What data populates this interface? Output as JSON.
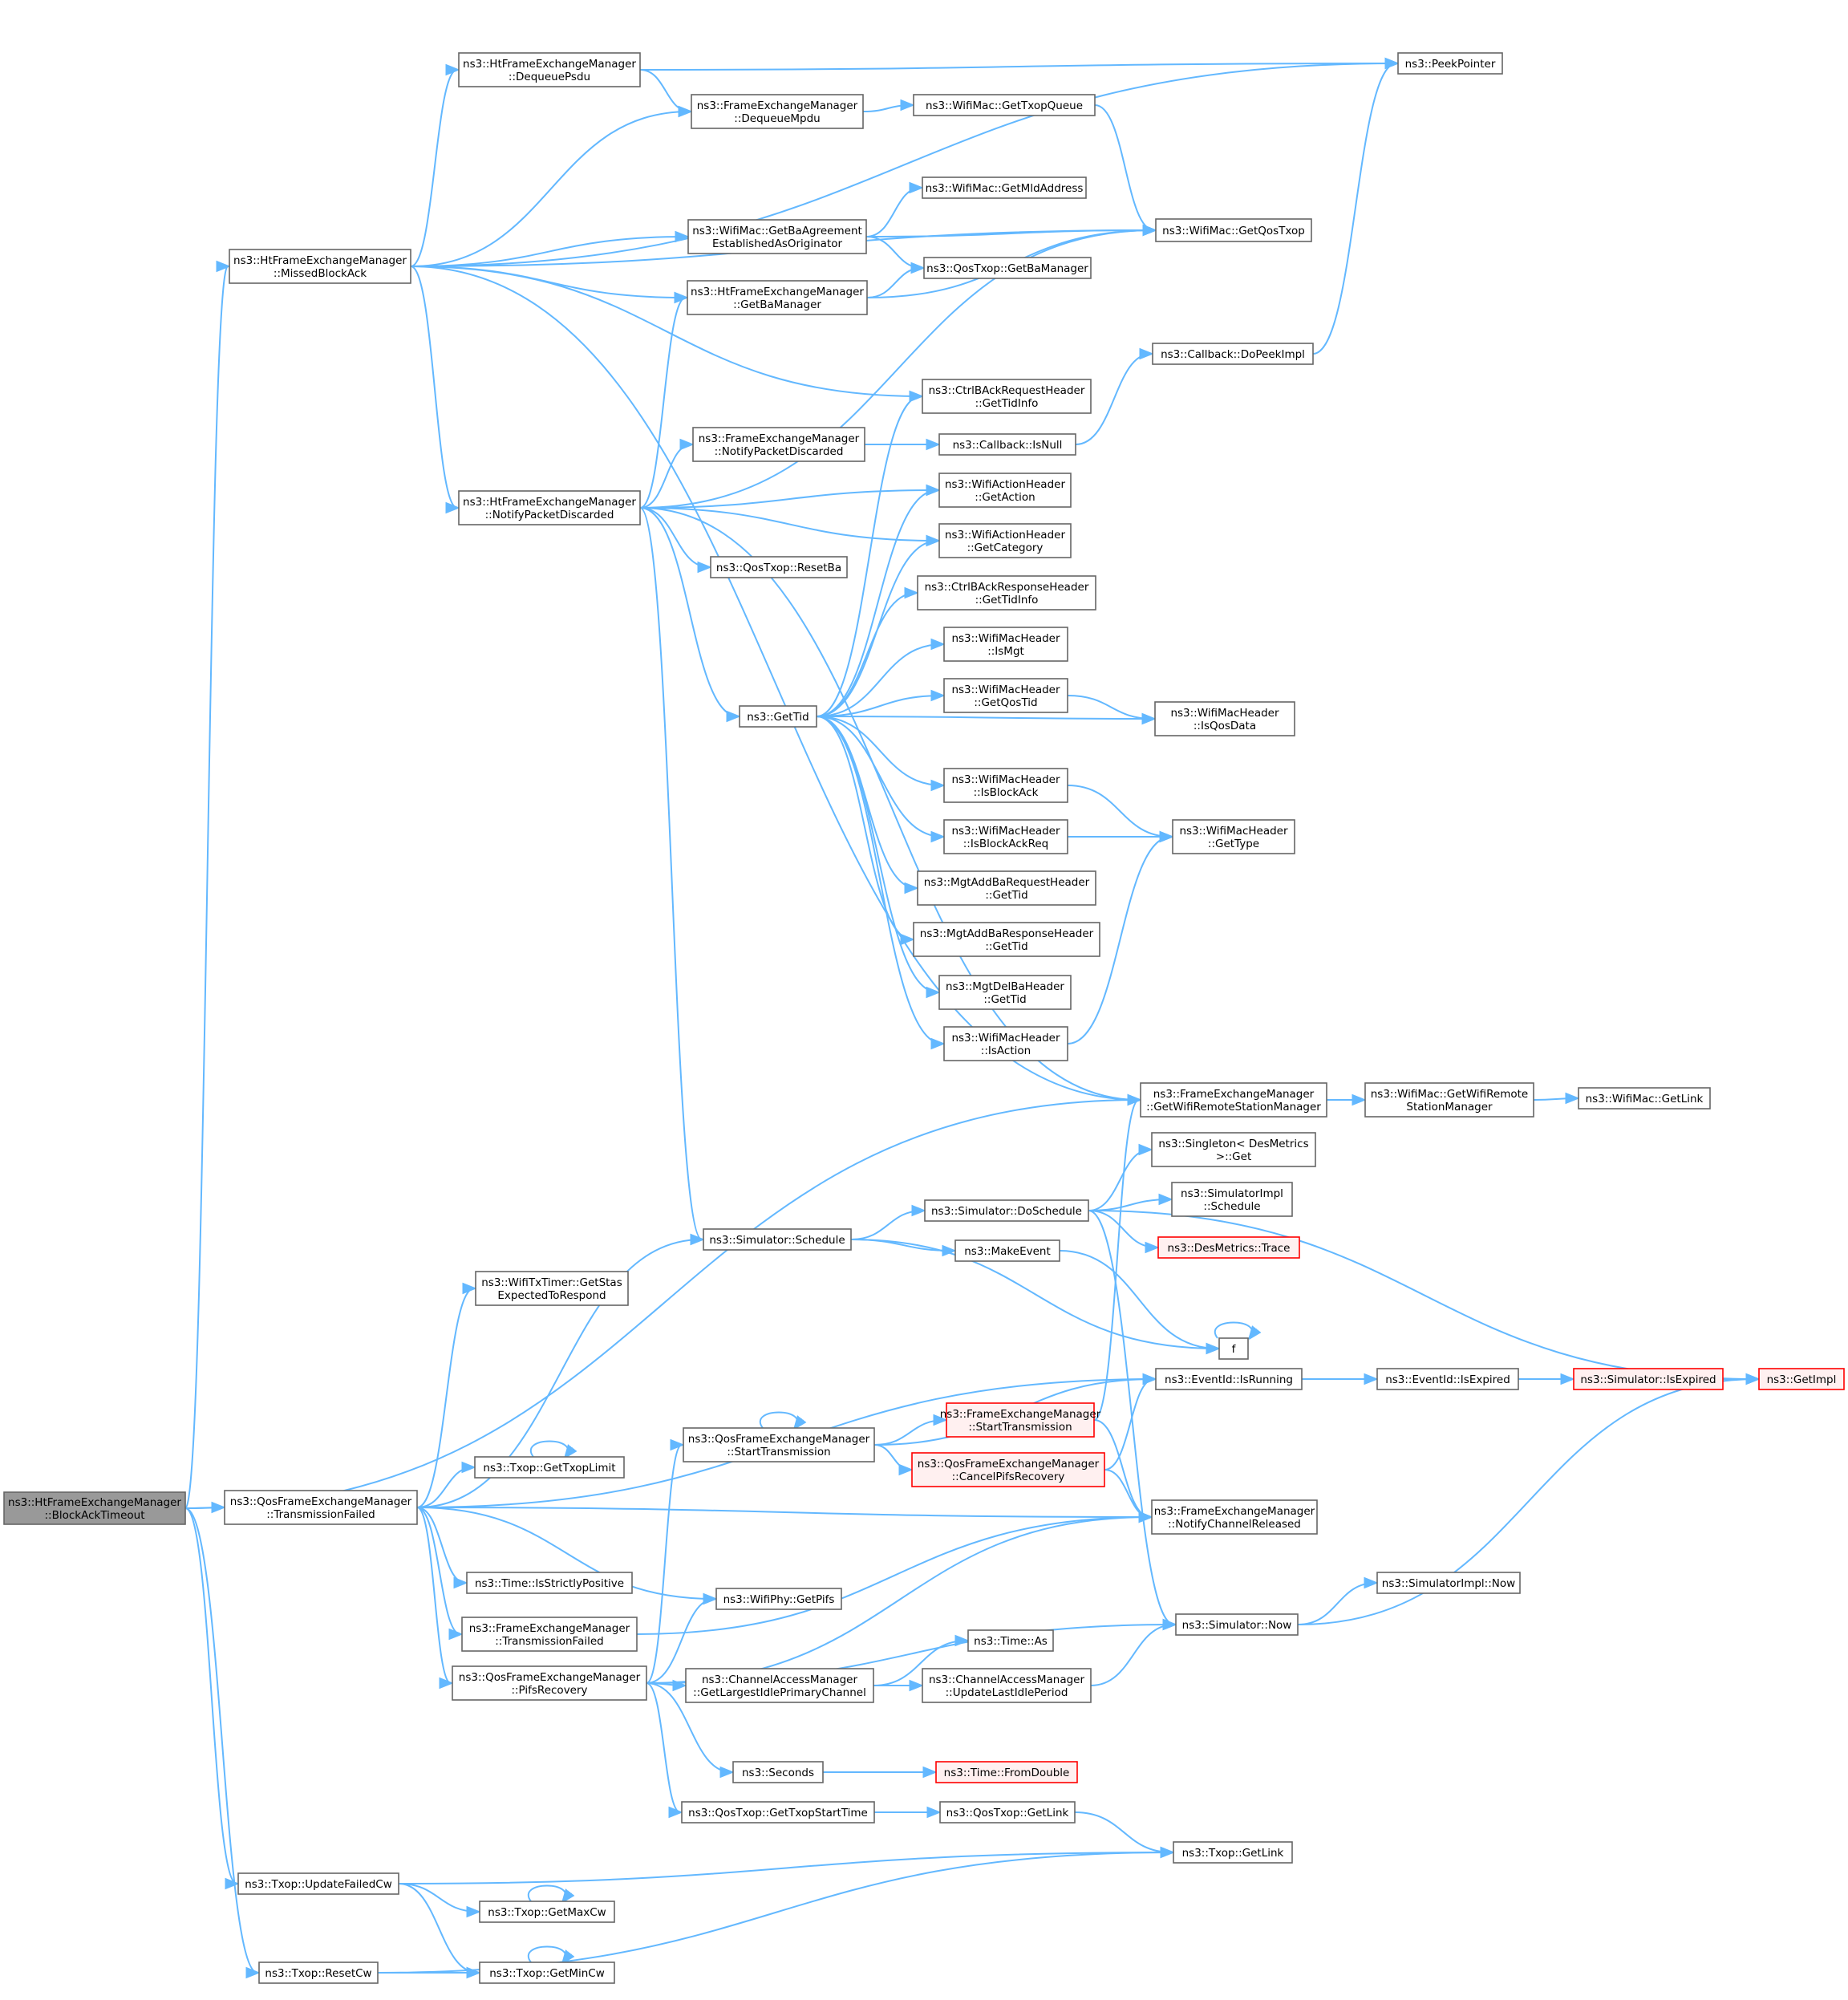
{
  "graph": {
    "nodes": [
      {
        "id": "blockack",
        "lines": [
          "ns3::HtFrameExchangeManager",
          "::BlockAckTimeout"
        ],
        "root": true
      },
      {
        "id": "missed",
        "lines": [
          "ns3::HtFrameExchangeManager",
          "::MissedBlockAck"
        ]
      },
      {
        "id": "deqpsdu",
        "lines": [
          "ns3::HtFrameExchangeManager",
          "::DequeuePsdu"
        ]
      },
      {
        "id": "deqmpdu",
        "lines": [
          "ns3::FrameExchangeManager",
          "::DequeueMpdu"
        ]
      },
      {
        "id": "peek",
        "lines": [
          "ns3::PeekPointer"
        ]
      },
      {
        "id": "gettxopq",
        "lines": [
          "ns3::WifiMac::GetTxopQueue"
        ]
      },
      {
        "id": "getmld",
        "lines": [
          "ns3::WifiMac::GetMldAddress"
        ]
      },
      {
        "id": "getbaagr",
        "lines": [
          "ns3::WifiMac::GetBaAgreement",
          "EstablishedAsOriginator"
        ]
      },
      {
        "id": "getqostxop",
        "lines": [
          "ns3::WifiMac::GetQosTxop"
        ]
      },
      {
        "id": "qosgetbam",
        "lines": [
          "ns3::QosTxop::GetBaManager"
        ]
      },
      {
        "id": "htgetbam",
        "lines": [
          "ns3::HtFrameExchangeManager",
          "::GetBaManager"
        ]
      },
      {
        "id": "dopeek",
        "lines": [
          "ns3::Callback::DoPeekImpl"
        ]
      },
      {
        "id": "ctrlreqtid",
        "lines": [
          "ns3::CtrlBAckRequestHeader",
          "::GetTidInfo"
        ]
      },
      {
        "id": "fenotify",
        "lines": [
          "ns3::FrameExchangeManager",
          "::NotifyPacketDiscarded"
        ]
      },
      {
        "id": "isnull",
        "lines": [
          "ns3::Callback::IsNull"
        ]
      },
      {
        "id": "htnotify",
        "lines": [
          "ns3::HtFrameExchangeManager",
          "::NotifyPacketDiscarded"
        ]
      },
      {
        "id": "getaction",
        "lines": [
          "ns3::WifiActionHeader",
          "::GetAction"
        ]
      },
      {
        "id": "getcat",
        "lines": [
          "ns3::WifiActionHeader",
          "::GetCategory"
        ]
      },
      {
        "id": "resetba",
        "lines": [
          "ns3::QosTxop::ResetBa"
        ]
      },
      {
        "id": "ctrlresptid",
        "lines": [
          "ns3::CtrlBAckResponseHeader",
          "::GetTidInfo"
        ]
      },
      {
        "id": "ismgt",
        "lines": [
          "ns3::WifiMacHeader",
          "::IsMgt"
        ]
      },
      {
        "id": "getqostid",
        "lines": [
          "ns3::WifiMacHeader",
          "::GetQosTid"
        ]
      },
      {
        "id": "gettid",
        "lines": [
          "ns3::GetTid"
        ]
      },
      {
        "id": "isqosdata",
        "lines": [
          "ns3::WifiMacHeader",
          "::IsQosData"
        ]
      },
      {
        "id": "isblockack",
        "lines": [
          "ns3::WifiMacHeader",
          "::IsBlockAck"
        ]
      },
      {
        "id": "isblockackreq",
        "lines": [
          "ns3::WifiMacHeader",
          "::IsBlockAckReq"
        ]
      },
      {
        "id": "gettype",
        "lines": [
          "ns3::WifiMacHeader",
          "::GetType"
        ]
      },
      {
        "id": "mgtreq",
        "lines": [
          "ns3::MgtAddBaRequestHeader",
          "::GetTid"
        ]
      },
      {
        "id": "mgtresp",
        "lines": [
          "ns3::MgtAddBaResponseHeader",
          "::GetTid"
        ]
      },
      {
        "id": "mgtdel",
        "lines": [
          "ns3::MgtDelBaHeader",
          "::GetTid"
        ]
      },
      {
        "id": "isaction",
        "lines": [
          "ns3::WifiMacHeader",
          "::IsAction"
        ]
      },
      {
        "id": "getwrsm",
        "lines": [
          "ns3::FrameExchangeManager",
          "::GetWifiRemoteStationManager"
        ]
      },
      {
        "id": "macgetwrsm",
        "lines": [
          "ns3::WifiMac::GetWifiRemote",
          "StationManager"
        ]
      },
      {
        "id": "macgetlink",
        "lines": [
          "ns3::WifiMac::GetLink"
        ]
      },
      {
        "id": "singleton",
        "lines": [
          "ns3::Singleton< DesMetrics",
          ">::Get"
        ]
      },
      {
        "id": "doschedule",
        "lines": [
          "ns3::Simulator::DoSchedule"
        ]
      },
      {
        "id": "simimplsched",
        "lines": [
          "ns3::SimulatorImpl",
          "::Schedule"
        ]
      },
      {
        "id": "schedule",
        "lines": [
          "ns3::Simulator::Schedule"
        ]
      },
      {
        "id": "trace",
        "lines": [
          "ns3::DesMetrics::Trace"
        ],
        "truncated": true
      },
      {
        "id": "makeevent",
        "lines": [
          "ns3::MakeEvent"
        ]
      },
      {
        "id": "getstas",
        "lines": [
          "ns3::WifiTxTimer::GetStas",
          "ExpectedToRespond"
        ]
      },
      {
        "id": "f",
        "lines": [
          "f"
        ]
      },
      {
        "id": "isrunning",
        "lines": [
          "ns3::EventId::IsRunning"
        ]
      },
      {
        "id": "isexpired",
        "lines": [
          "ns3::EventId::IsExpired"
        ]
      },
      {
        "id": "simisexpired",
        "lines": [
          "ns3::Simulator::IsExpired"
        ],
        "truncated": true
      },
      {
        "id": "getimpl",
        "lines": [
          "ns3::GetImpl"
        ],
        "truncated": true
      },
      {
        "id": "qosstarttx",
        "lines": [
          "ns3::QosFrameExchangeManager",
          "::StartTransmission"
        ]
      },
      {
        "id": "festarttx",
        "lines": [
          "ns3::FrameExchangeManager",
          "::StartTransmission"
        ],
        "truncated": true
      },
      {
        "id": "cancelpifs",
        "lines": [
          "ns3::QosFrameExchangeManager",
          "::CancelPifsRecovery"
        ],
        "truncated": true
      },
      {
        "id": "gettxoplimit",
        "lines": [
          "ns3::Txop::GetTxopLimit"
        ]
      },
      {
        "id": "qostxfail",
        "lines": [
          "ns3::QosFrameExchangeManager",
          "::TransmissionFailed"
        ]
      },
      {
        "id": "notifychan",
        "lines": [
          "ns3::FrameExchangeManager",
          "::NotifyChannelReleased"
        ]
      },
      {
        "id": "isstrictpos",
        "lines": [
          "ns3::Time::IsStrictlyPositive"
        ]
      },
      {
        "id": "getpifs",
        "lines": [
          "ns3::WifiPhy::GetPifs"
        ]
      },
      {
        "id": "simimplnow",
        "lines": [
          "ns3::SimulatorImpl::Now"
        ]
      },
      {
        "id": "fetxfail",
        "lines": [
          "ns3::FrameExchangeManager",
          "::TransmissionFailed"
        ]
      },
      {
        "id": "simnow",
        "lines": [
          "ns3::Simulator::Now"
        ]
      },
      {
        "id": "timeas",
        "lines": [
          "ns3::Time::As"
        ]
      },
      {
        "id": "pifsrec",
        "lines": [
          "ns3::QosFrameExchangeManager",
          "::PifsRecovery"
        ]
      },
      {
        "id": "getlargest",
        "lines": [
          "ns3::ChannelAccessManager",
          "::GetLargestIdlePrimaryChannel"
        ]
      },
      {
        "id": "updlastidle",
        "lines": [
          "ns3::ChannelAccessManager",
          "::UpdateLastIdlePeriod"
        ]
      },
      {
        "id": "seconds",
        "lines": [
          "ns3::Seconds"
        ]
      },
      {
        "id": "fromdouble",
        "lines": [
          "ns3::Time::FromDouble"
        ],
        "truncated": true
      },
      {
        "id": "getstarttime",
        "lines": [
          "ns3::QosTxop::GetTxopStartTime"
        ]
      },
      {
        "id": "qosgetlink",
        "lines": [
          "ns3::QosTxop::GetLink"
        ]
      },
      {
        "id": "txopgetlink",
        "lines": [
          "ns3::Txop::GetLink"
        ]
      },
      {
        "id": "updfailedcw",
        "lines": [
          "ns3::Txop::UpdateFailedCw"
        ]
      },
      {
        "id": "getmaxcw",
        "lines": [
          "ns3::Txop::GetMaxCw"
        ]
      },
      {
        "id": "resetcw",
        "lines": [
          "ns3::Txop::ResetCw"
        ]
      },
      {
        "id": "getmincw",
        "lines": [
          "ns3::Txop::GetMinCw"
        ]
      }
    ],
    "edges": [
      [
        "blockack",
        "missed"
      ],
      [
        "blockack",
        "getwrsm"
      ],
      [
        "blockack",
        "qostxfail"
      ],
      [
        "blockack",
        "updfailedcw"
      ],
      [
        "blockack",
        "resetcw"
      ],
      [
        "missed",
        "peek"
      ],
      [
        "missed",
        "deqpsdu"
      ],
      [
        "missed",
        "deqmpdu"
      ],
      [
        "missed",
        "getqostxop"
      ],
      [
        "missed",
        "getbaagr"
      ],
      [
        "missed",
        "htgetbam"
      ],
      [
        "missed",
        "ctrlreqtid"
      ],
      [
        "missed",
        "htnotify"
      ],
      [
        "missed",
        "getwrsm"
      ],
      [
        "deqpsdu",
        "peek"
      ],
      [
        "deqpsdu",
        "deqmpdu"
      ],
      [
        "deqmpdu",
        "gettxopq"
      ],
      [
        "gettxopq",
        "getqostxop"
      ],
      [
        "getbaagr",
        "getmld"
      ],
      [
        "getbaagr",
        "getqostxop"
      ],
      [
        "getbaagr",
        "qosgetbam"
      ],
      [
        "htgetbam",
        "qosgetbam"
      ],
      [
        "htgetbam",
        "getqostxop"
      ],
      [
        "dopeek",
        "peek"
      ],
      [
        "isnull",
        "dopeek"
      ],
      [
        "fenotify",
        "isnull"
      ],
      [
        "htnotify",
        "htgetbam"
      ],
      [
        "htnotify",
        "getqostxop"
      ],
      [
        "htnotify",
        "fenotify"
      ],
      [
        "htnotify",
        "getaction"
      ],
      [
        "htnotify",
        "getcat"
      ],
      [
        "htnotify",
        "resetba"
      ],
      [
        "htnotify",
        "gettid"
      ],
      [
        "htnotify",
        "getwrsm"
      ],
      [
        "htnotify",
        "schedule"
      ],
      [
        "gettid",
        "ctrlreqtid"
      ],
      [
        "gettid",
        "getaction"
      ],
      [
        "gettid",
        "getcat"
      ],
      [
        "gettid",
        "ctrlresptid"
      ],
      [
        "gettid",
        "ismgt"
      ],
      [
        "gettid",
        "getqostid"
      ],
      [
        "gettid",
        "isqosdata"
      ],
      [
        "gettid",
        "isblockack"
      ],
      [
        "gettid",
        "isblockackreq"
      ],
      [
        "gettid",
        "mgtreq"
      ],
      [
        "gettid",
        "mgtresp"
      ],
      [
        "gettid",
        "mgtdel"
      ],
      [
        "gettid",
        "isaction"
      ],
      [
        "getqostid",
        "isqosdata"
      ],
      [
        "isblockack",
        "gettype"
      ],
      [
        "isblockackreq",
        "gettype"
      ],
      [
        "isaction",
        "gettype"
      ],
      [
        "getwrsm",
        "macgetwrsm"
      ],
      [
        "macgetwrsm",
        "macgetlink"
      ],
      [
        "schedule",
        "doschedule"
      ],
      [
        "schedule",
        "makeevent"
      ],
      [
        "schedule",
        "f"
      ],
      [
        "doschedule",
        "singleton"
      ],
      [
        "doschedule",
        "simimplsched"
      ],
      [
        "doschedule",
        "trace"
      ],
      [
        "doschedule",
        "getimpl"
      ],
      [
        "doschedule",
        "simnow"
      ],
      [
        "makeevent",
        "f"
      ],
      [
        "f",
        "f"
      ],
      [
        "isrunning",
        "isexpired"
      ],
      [
        "isexpired",
        "simisexpired"
      ],
      [
        "simisexpired",
        "getimpl"
      ],
      [
        "qostxfail",
        "schedule"
      ],
      [
        "qostxfail",
        "getstas"
      ],
      [
        "qostxfail",
        "isrunning"
      ],
      [
        "qostxfail",
        "gettxoplimit"
      ],
      [
        "qostxfail",
        "notifychan"
      ],
      [
        "qostxfail",
        "isstrictpos"
      ],
      [
        "qostxfail",
        "getpifs"
      ],
      [
        "qostxfail",
        "fetxfail"
      ],
      [
        "qostxfail",
        "pifsrec"
      ],
      [
        "gettxoplimit",
        "gettxoplimit"
      ],
      [
        "qosstarttx",
        "qosstarttx"
      ],
      [
        "qosstarttx",
        "isrunning"
      ],
      [
        "qosstarttx",
        "festarttx"
      ],
      [
        "qosstarttx",
        "cancelpifs"
      ],
      [
        "festarttx",
        "getwrsm"
      ],
      [
        "festarttx",
        "notifychan"
      ],
      [
        "cancelpifs",
        "isrunning"
      ],
      [
        "cancelpifs",
        "notifychan"
      ],
      [
        "fetxfail",
        "notifychan"
      ],
      [
        "pifsrec",
        "qosstarttx"
      ],
      [
        "pifsrec",
        "getpifs"
      ],
      [
        "pifsrec",
        "notifychan"
      ],
      [
        "pifsrec",
        "getlargest"
      ],
      [
        "pifsrec",
        "simnow"
      ],
      [
        "pifsrec",
        "seconds"
      ],
      [
        "pifsrec",
        "getstarttime"
      ],
      [
        "getlargest",
        "timeas"
      ],
      [
        "getlargest",
        "updlastidle"
      ],
      [
        "updlastidle",
        "simnow"
      ],
      [
        "simnow",
        "simimplnow"
      ],
      [
        "simnow",
        "getimpl"
      ],
      [
        "seconds",
        "fromdouble"
      ],
      [
        "getstarttime",
        "qosgetlink"
      ],
      [
        "qosgetlink",
        "txopgetlink"
      ],
      [
        "updfailedcw",
        "txopgetlink"
      ],
      [
        "updfailedcw",
        "getmaxcw"
      ],
      [
        "updfailedcw",
        "getmincw"
      ],
      [
        "getmaxcw",
        "getmaxcw"
      ],
      [
        "resetcw",
        "getmincw"
      ],
      [
        "resetcw",
        "txopgetlink"
      ],
      [
        "getmincw",
        "getmincw"
      ]
    ]
  }
}
